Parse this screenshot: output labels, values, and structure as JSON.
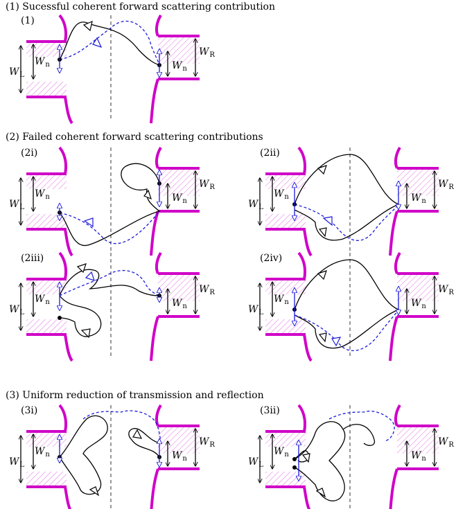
{
  "sections": [
    {
      "title": "(1) Sucessful coherent forward scattering contribution"
    },
    {
      "title": "(2) Failed coherent forward scattering contributions"
    },
    {
      "title": "(3) Uniform reduction of transmission and reflection"
    }
  ],
  "panels": [
    {
      "label": "(1)"
    },
    {
      "label": "(2i)"
    },
    {
      "label": "(2ii)"
    },
    {
      "label": "(2iii)"
    },
    {
      "label": "(2iv)"
    },
    {
      "label": "(3i)"
    },
    {
      "label": "(3ii)"
    }
  ],
  "width_labels": {
    "w_left": "W",
    "w_left_sub": "L",
    "w_right": "W",
    "w_right_sub": "R",
    "w_n": "W",
    "w_n_sub": "n"
  },
  "colors": {
    "lead_wall": "#d000c8",
    "lead_hatch": "#e070e0",
    "path_solid": "#000000",
    "path_dashed": "#1a1ad8",
    "width_marker": "#1a1ad8"
  }
}
